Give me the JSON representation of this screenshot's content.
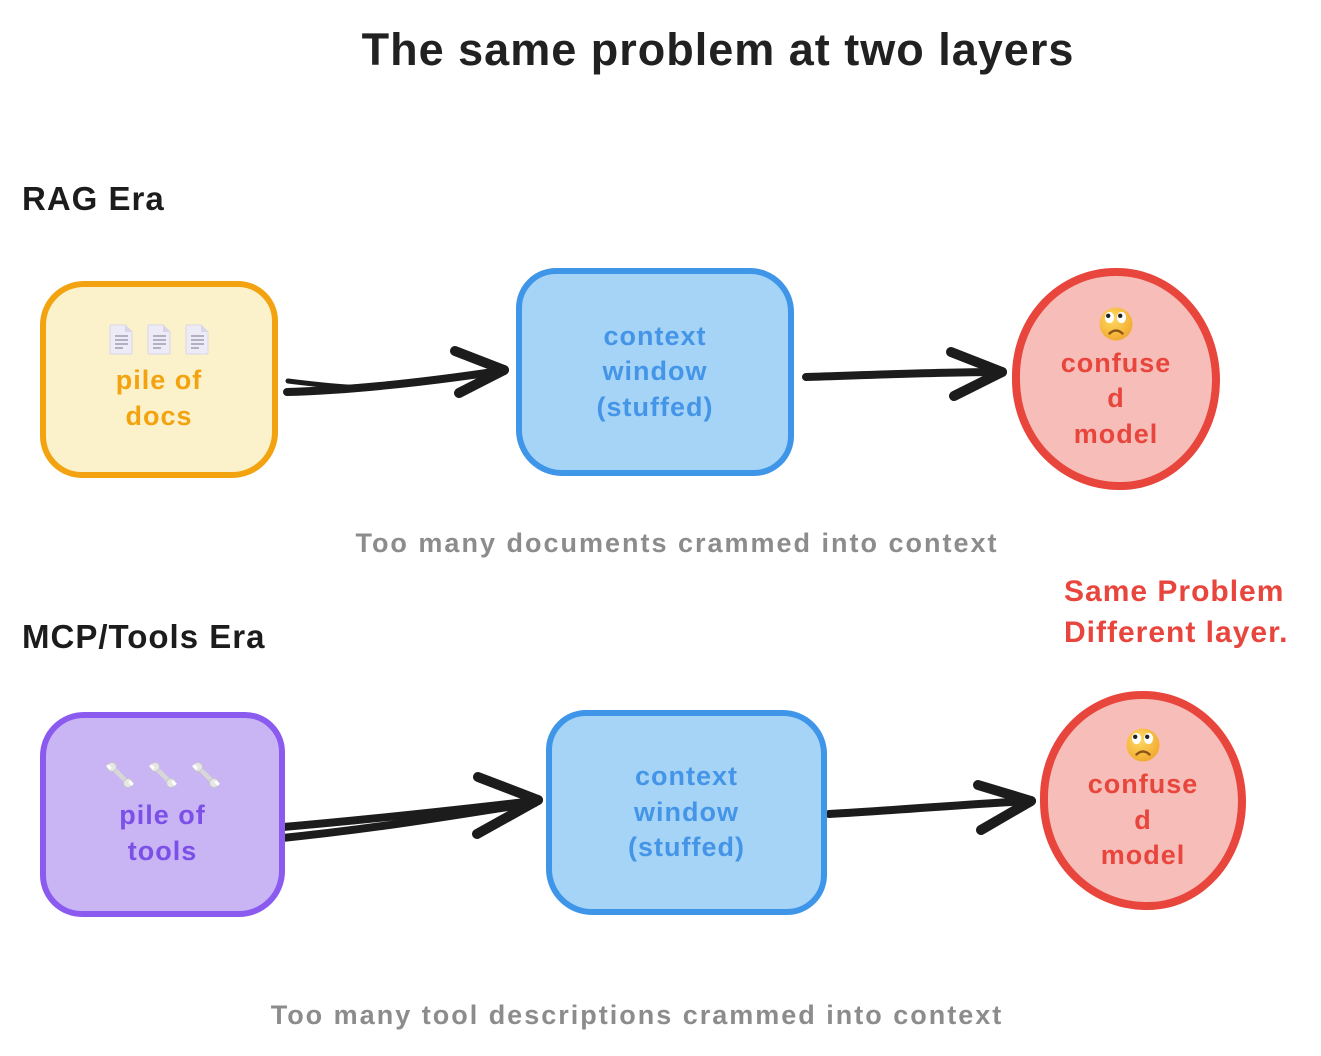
{
  "title": "The same problem at two layers",
  "annotation": {
    "line1": "Same Problem",
    "line2": "Different layer."
  },
  "sections": [
    {
      "label": "RAG Era",
      "source_box": {
        "icon": "document-icon",
        "icon_count": 3,
        "line1": "pile of",
        "line2": "docs"
      },
      "context_box": {
        "line1": "context",
        "line2": "window",
        "line3": "(stuffed)"
      },
      "model_node": {
        "icon": "confused-face-icon",
        "line1": "confuse",
        "line2": "d",
        "line3": "model"
      },
      "caption": "Too many documents crammed into context"
    },
    {
      "label": "MCP/Tools Era",
      "source_box": {
        "icon": "wrench-icon",
        "icon_count": 3,
        "line1": "pile of",
        "line2": "tools"
      },
      "context_box": {
        "line1": "context",
        "line2": "window",
        "line3": "(stuffed)"
      },
      "model_node": {
        "icon": "confused-face-icon",
        "line1": "confuse",
        "line2": "d",
        "line3": "model"
      },
      "caption": "Too many tool descriptions crammed into context"
    }
  ],
  "colors": {
    "title_text": "#212121",
    "yellow_fill": "#FBF2CB",
    "yellow_border": "#F2A30F",
    "purple_fill": "#C9B5F4",
    "purple_border": "#8B5BF0",
    "blue_fill": "#A6D4F6",
    "blue_border": "#3F96E8",
    "red_fill": "#F6BDB9",
    "red_border": "#E8453C",
    "caption_gray": "#8C8C8C",
    "arrow_black": "#1C1C1C"
  }
}
